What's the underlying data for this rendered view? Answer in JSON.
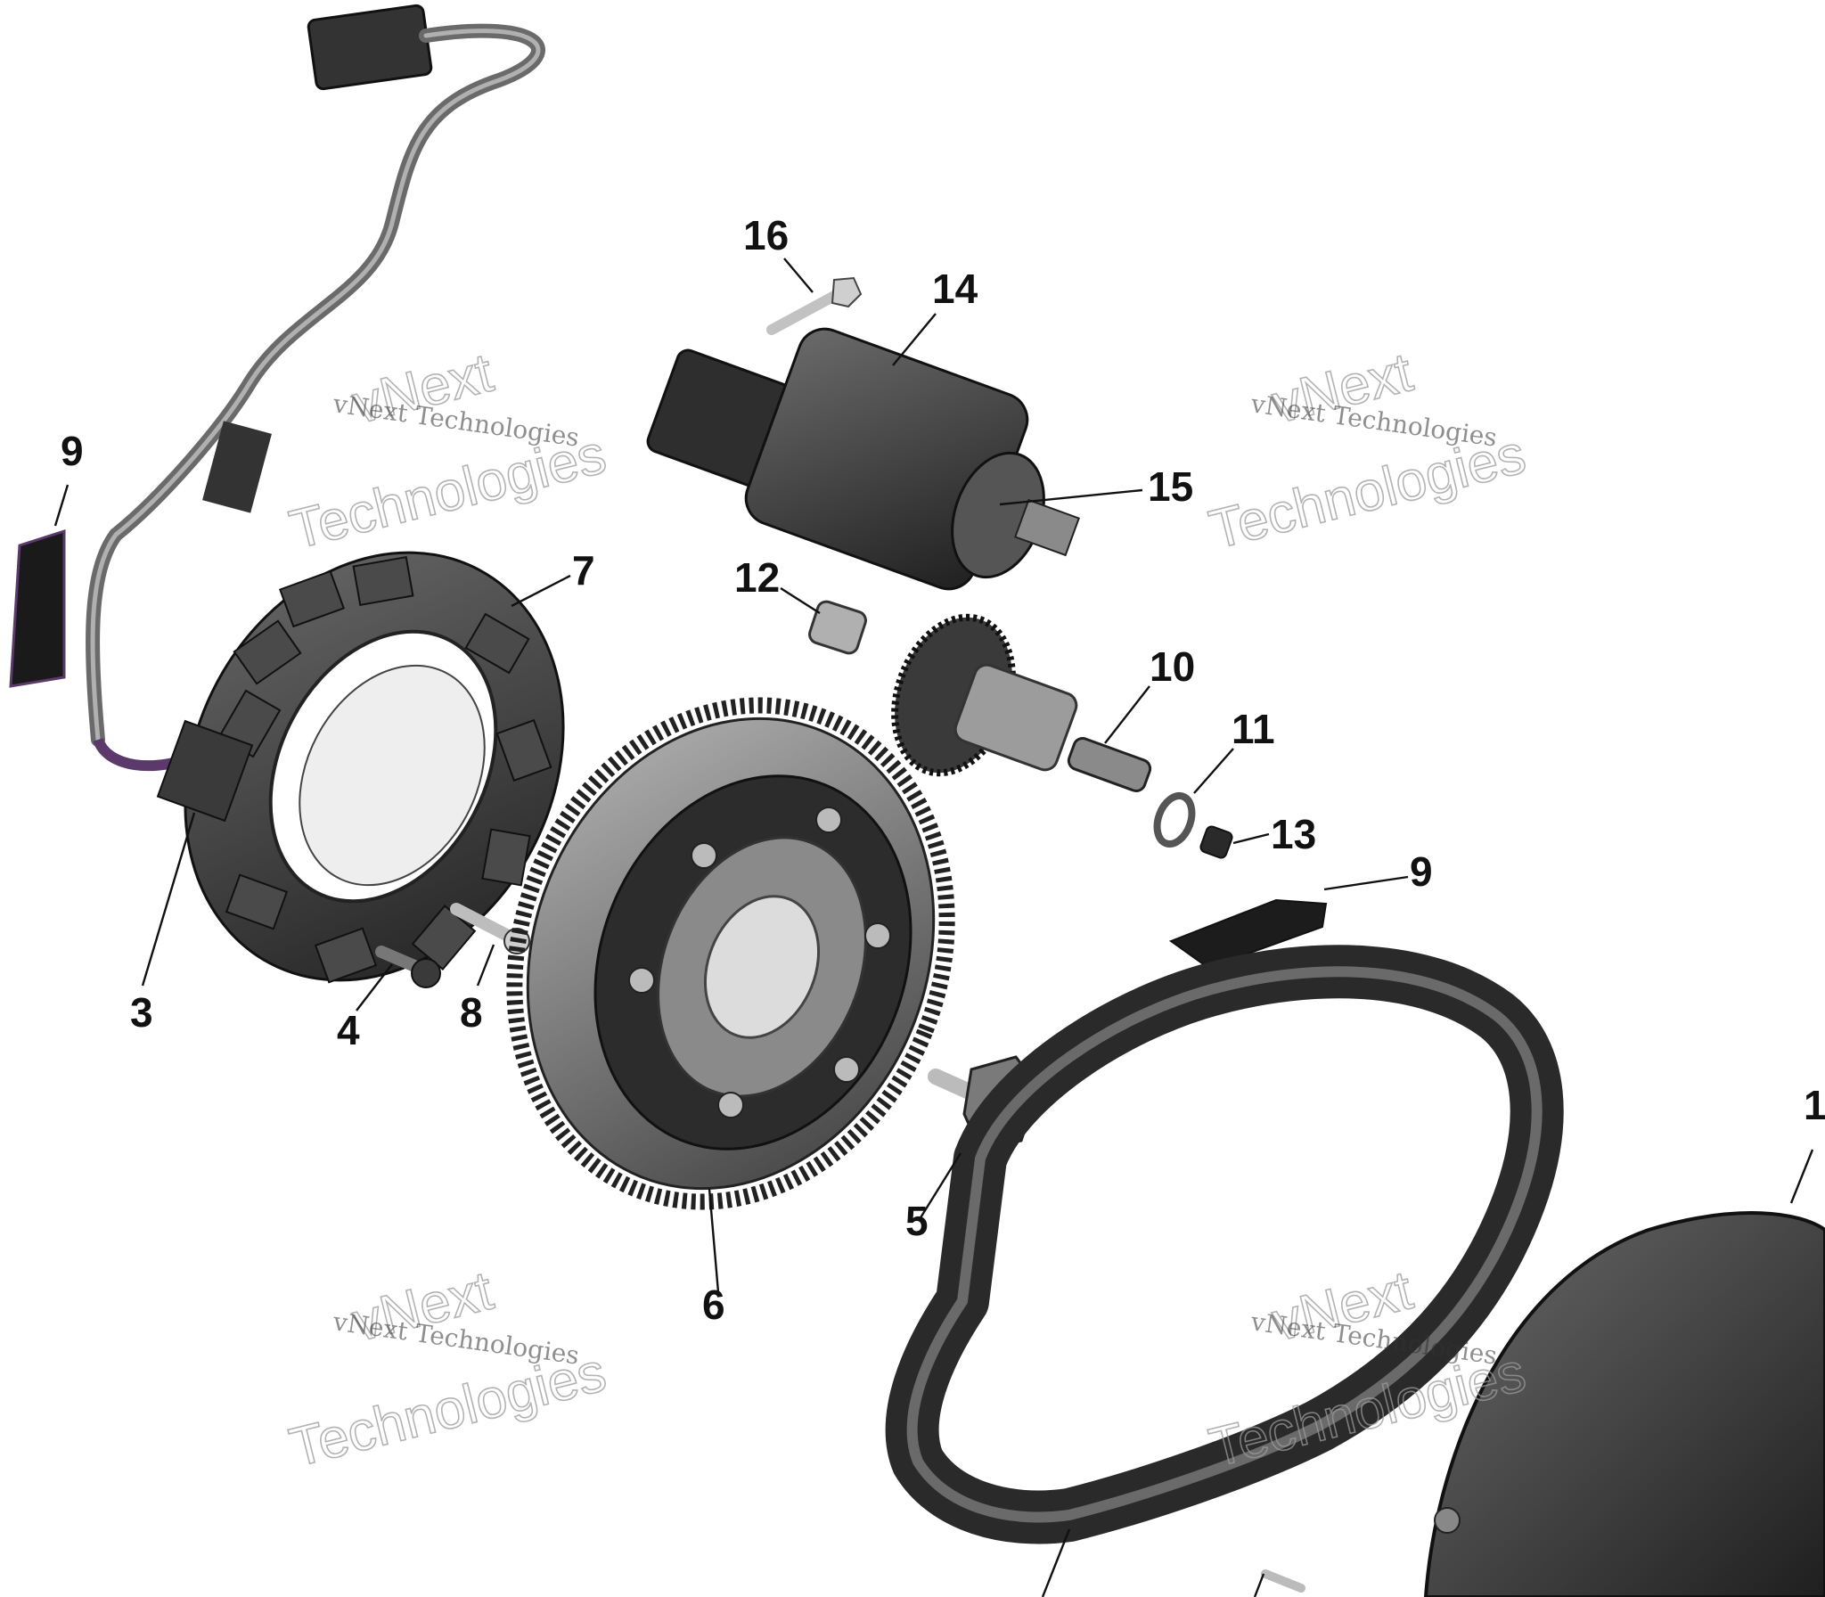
{
  "callouts": {
    "c1": "1",
    "c3": "3",
    "c4": "4",
    "c5": "5",
    "c6": "6",
    "c7": "7",
    "c8": "8",
    "c9a": "9",
    "c9b": "9",
    "c10": "10",
    "c11": "11",
    "c12": "12",
    "c13": "13",
    "c14": "14",
    "c15": "15",
    "c16": "16"
  },
  "watermark": {
    "line_small": "vNext Technologies",
    "line_top": "vNext",
    "line_bottom": "Technologies"
  },
  "colors": {
    "part_dark": "#2a2a2a",
    "part_mid": "#5a5a5a",
    "part_light": "#9a9a9a",
    "accent_purple": "#5b3a6b"
  }
}
